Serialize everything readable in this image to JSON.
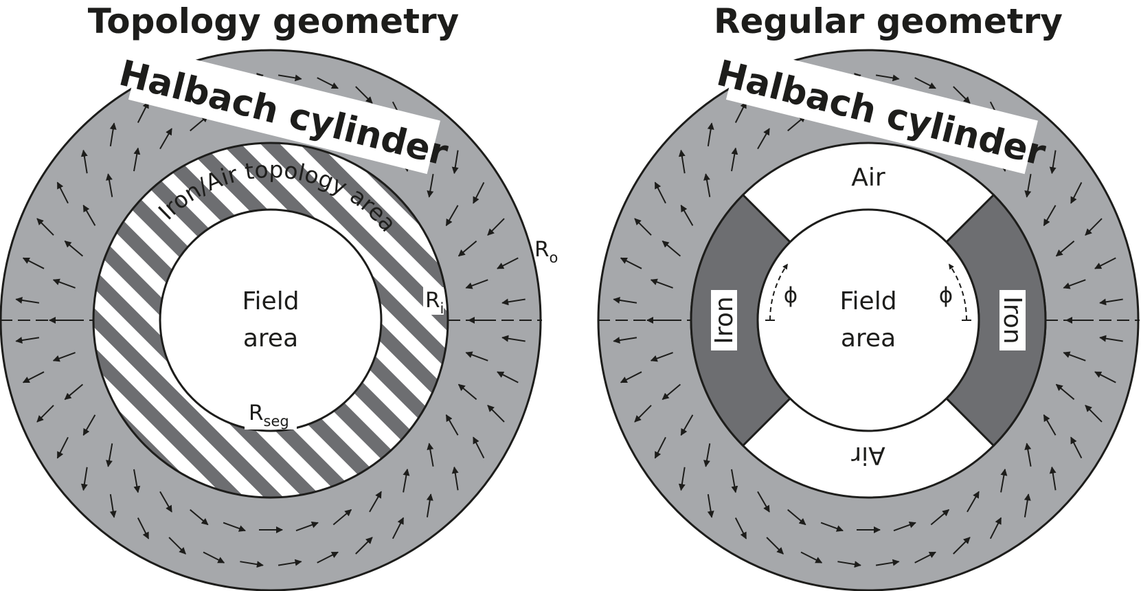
{
  "panels": [
    {
      "title": "Topology geometry",
      "magnet_label": "Halbach cylinder",
      "region_label": "Iron/Air topology area",
      "field_label_1": "Field",
      "field_label_2": "area",
      "r_outer": {
        "base": "R",
        "sub": "o"
      },
      "r_inner": {
        "base": "R",
        "sub": "i"
      },
      "r_seg": {
        "base": "R",
        "sub": "seg"
      }
    },
    {
      "title": "Regular geometry",
      "magnet_label": "Halbach cylinder",
      "air_top": "Air",
      "air_bottom": "Air",
      "iron_left": "Iron",
      "iron_right": "Iron",
      "field_label_1": "Field",
      "field_label_2": "area",
      "angle_symbol": "ϕ"
    }
  ],
  "colors": {
    "magnet": "#a6a8ab",
    "iron": "#6d6e71",
    "stripe": "#6d6e71",
    "line": "#1d1d1b",
    "background": "#ffffff"
  }
}
